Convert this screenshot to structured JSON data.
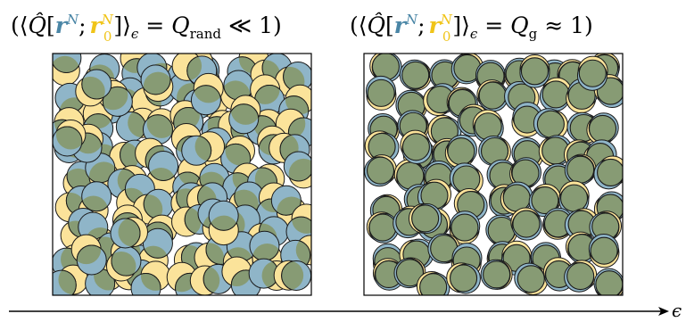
{
  "panels": [
    {
      "id": "left",
      "label": {
        "prefix": "(⟨",
        "q": "Q̂",
        "bracket_open": "[",
        "r": "r",
        "r_sup": "N",
        "sep": ";",
        "r0": "r",
        "r0_sup": "N",
        "r0_sub": "0",
        "bracket_close": "]",
        "angle_close": "⟩",
        "eps": "ϵ",
        "rhs": " = ",
        "q_main": "Q",
        "q_sub": "rand",
        "relation": " ≪ 1)"
      },
      "state": "random"
    },
    {
      "id": "right",
      "label": {
        "prefix": "(⟨",
        "q": "Q̂",
        "bracket_open": "[",
        "r": "r",
        "r_sup": "N",
        "sep": ";",
        "r0": "r",
        "r0_sup": "N",
        "r0_sub": "0",
        "bracket_close": "]",
        "angle_close": "⟩",
        "eps": "ϵ",
        "rhs": " = ",
        "q_main": "Q",
        "q_sub": "g",
        "relation": " ≈ 1)"
      },
      "state": "overlapping"
    }
  ],
  "axis": {
    "label": "ϵ"
  },
  "colors": {
    "config": "#4a86a6",
    "reference": "#f0c419",
    "particle_blue": "#8fb5c8",
    "particle_yellow": "#fbe39a",
    "particle_overlap": "#879b74",
    "outline": "#1a1a1a"
  }
}
